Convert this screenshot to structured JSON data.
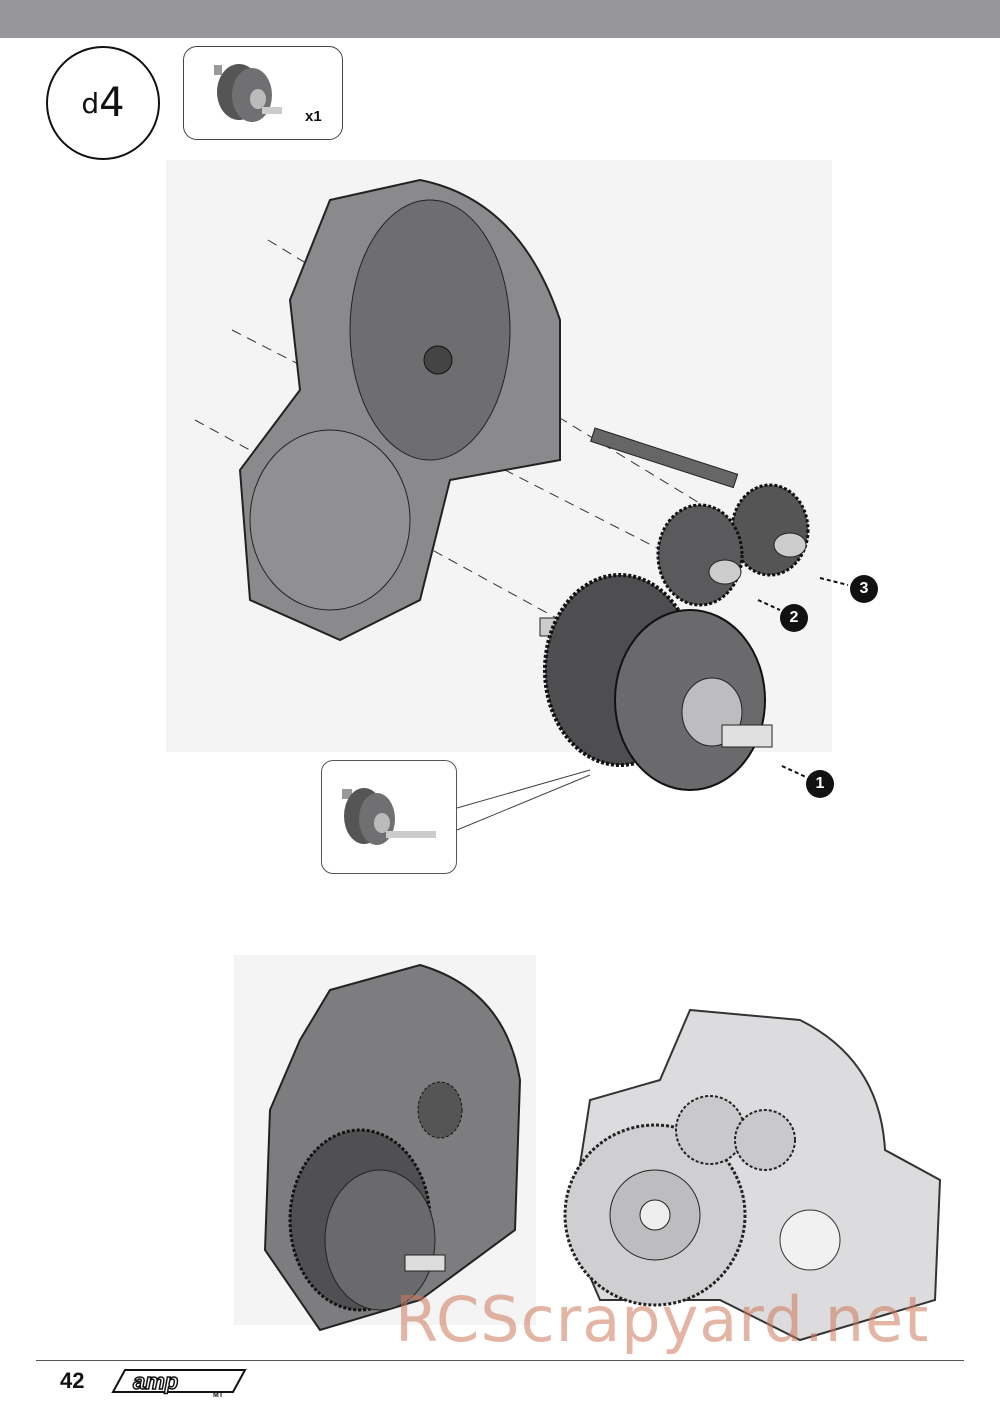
{
  "header": {
    "step_prefix": "d",
    "step_number": "4"
  },
  "parts": {
    "quantity": "x1",
    "part_icon": "differential-gear-icon"
  },
  "callouts": [
    "1",
    "2",
    "3"
  ],
  "footer": {
    "page_number": "42",
    "logo_text": "amp",
    "logo_sub": "MT"
  },
  "watermark": "RCScrapyard.net",
  "colors": {
    "topbar": "#97979b",
    "part_gray": "#6d6d70",
    "light_gray": "#d8d8da"
  }
}
